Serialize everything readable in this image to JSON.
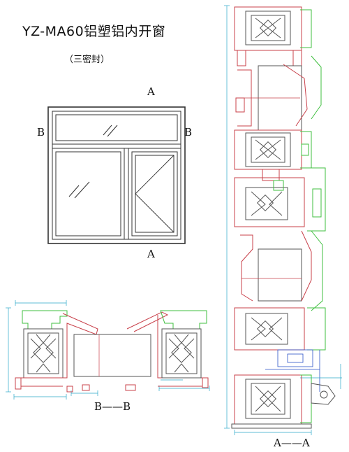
{
  "title": "YZ-MA60铝塑铝内开窗",
  "subtitle": "（三密封）",
  "elevation_labels": {
    "top": "A",
    "bottom": "A",
    "left": "B",
    "right": "B"
  },
  "section_bb_label": "B——B",
  "section_aa_label": "A——A",
  "colors": {
    "aluminum_outline": "#555555",
    "outer_aluminum": "#3fbf3f",
    "inner_aluminum": "#c8404a",
    "dimension": "#2aa8c8",
    "hardware": "#2a52c8"
  }
}
